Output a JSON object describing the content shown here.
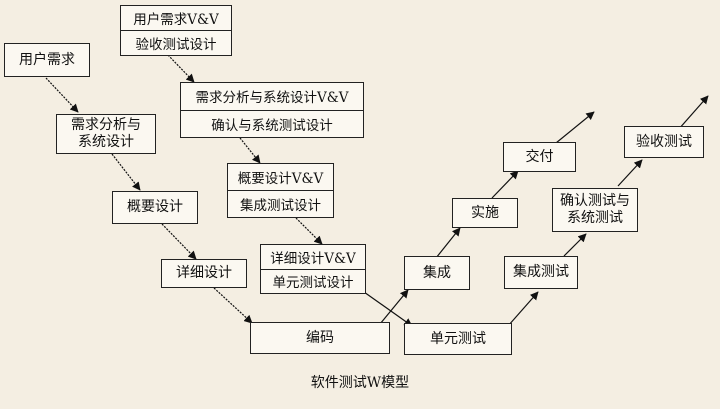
{
  "caption": "软件测试W模型",
  "dev": {
    "requirements": "用户需求",
    "analysis_line1": "需求分析与",
    "analysis_line2": "系统设计",
    "high_level": "概要设计",
    "detailed": "详细设计",
    "coding": "编码",
    "integration": "集成",
    "implementation": "实施",
    "delivery": "交付"
  },
  "test_plan": {
    "req_vv": "用户需求V&V",
    "acceptance_design": "验收测试设计",
    "analysis_vv": "需求分析与系统设计V&V",
    "confirm_system_design": "确认与系统测试设计",
    "high_level_vv": "概要设计V&V",
    "integration_design": "集成测试设计",
    "detailed_vv": "详细设计V&V",
    "unit_design": "单元测试设计"
  },
  "test_exec": {
    "unit_test": "单元测试",
    "integration_test": "集成测试",
    "confirm_line1": "确认测试与",
    "confirm_line2": "系统测试",
    "acceptance_test": "验收测试"
  }
}
